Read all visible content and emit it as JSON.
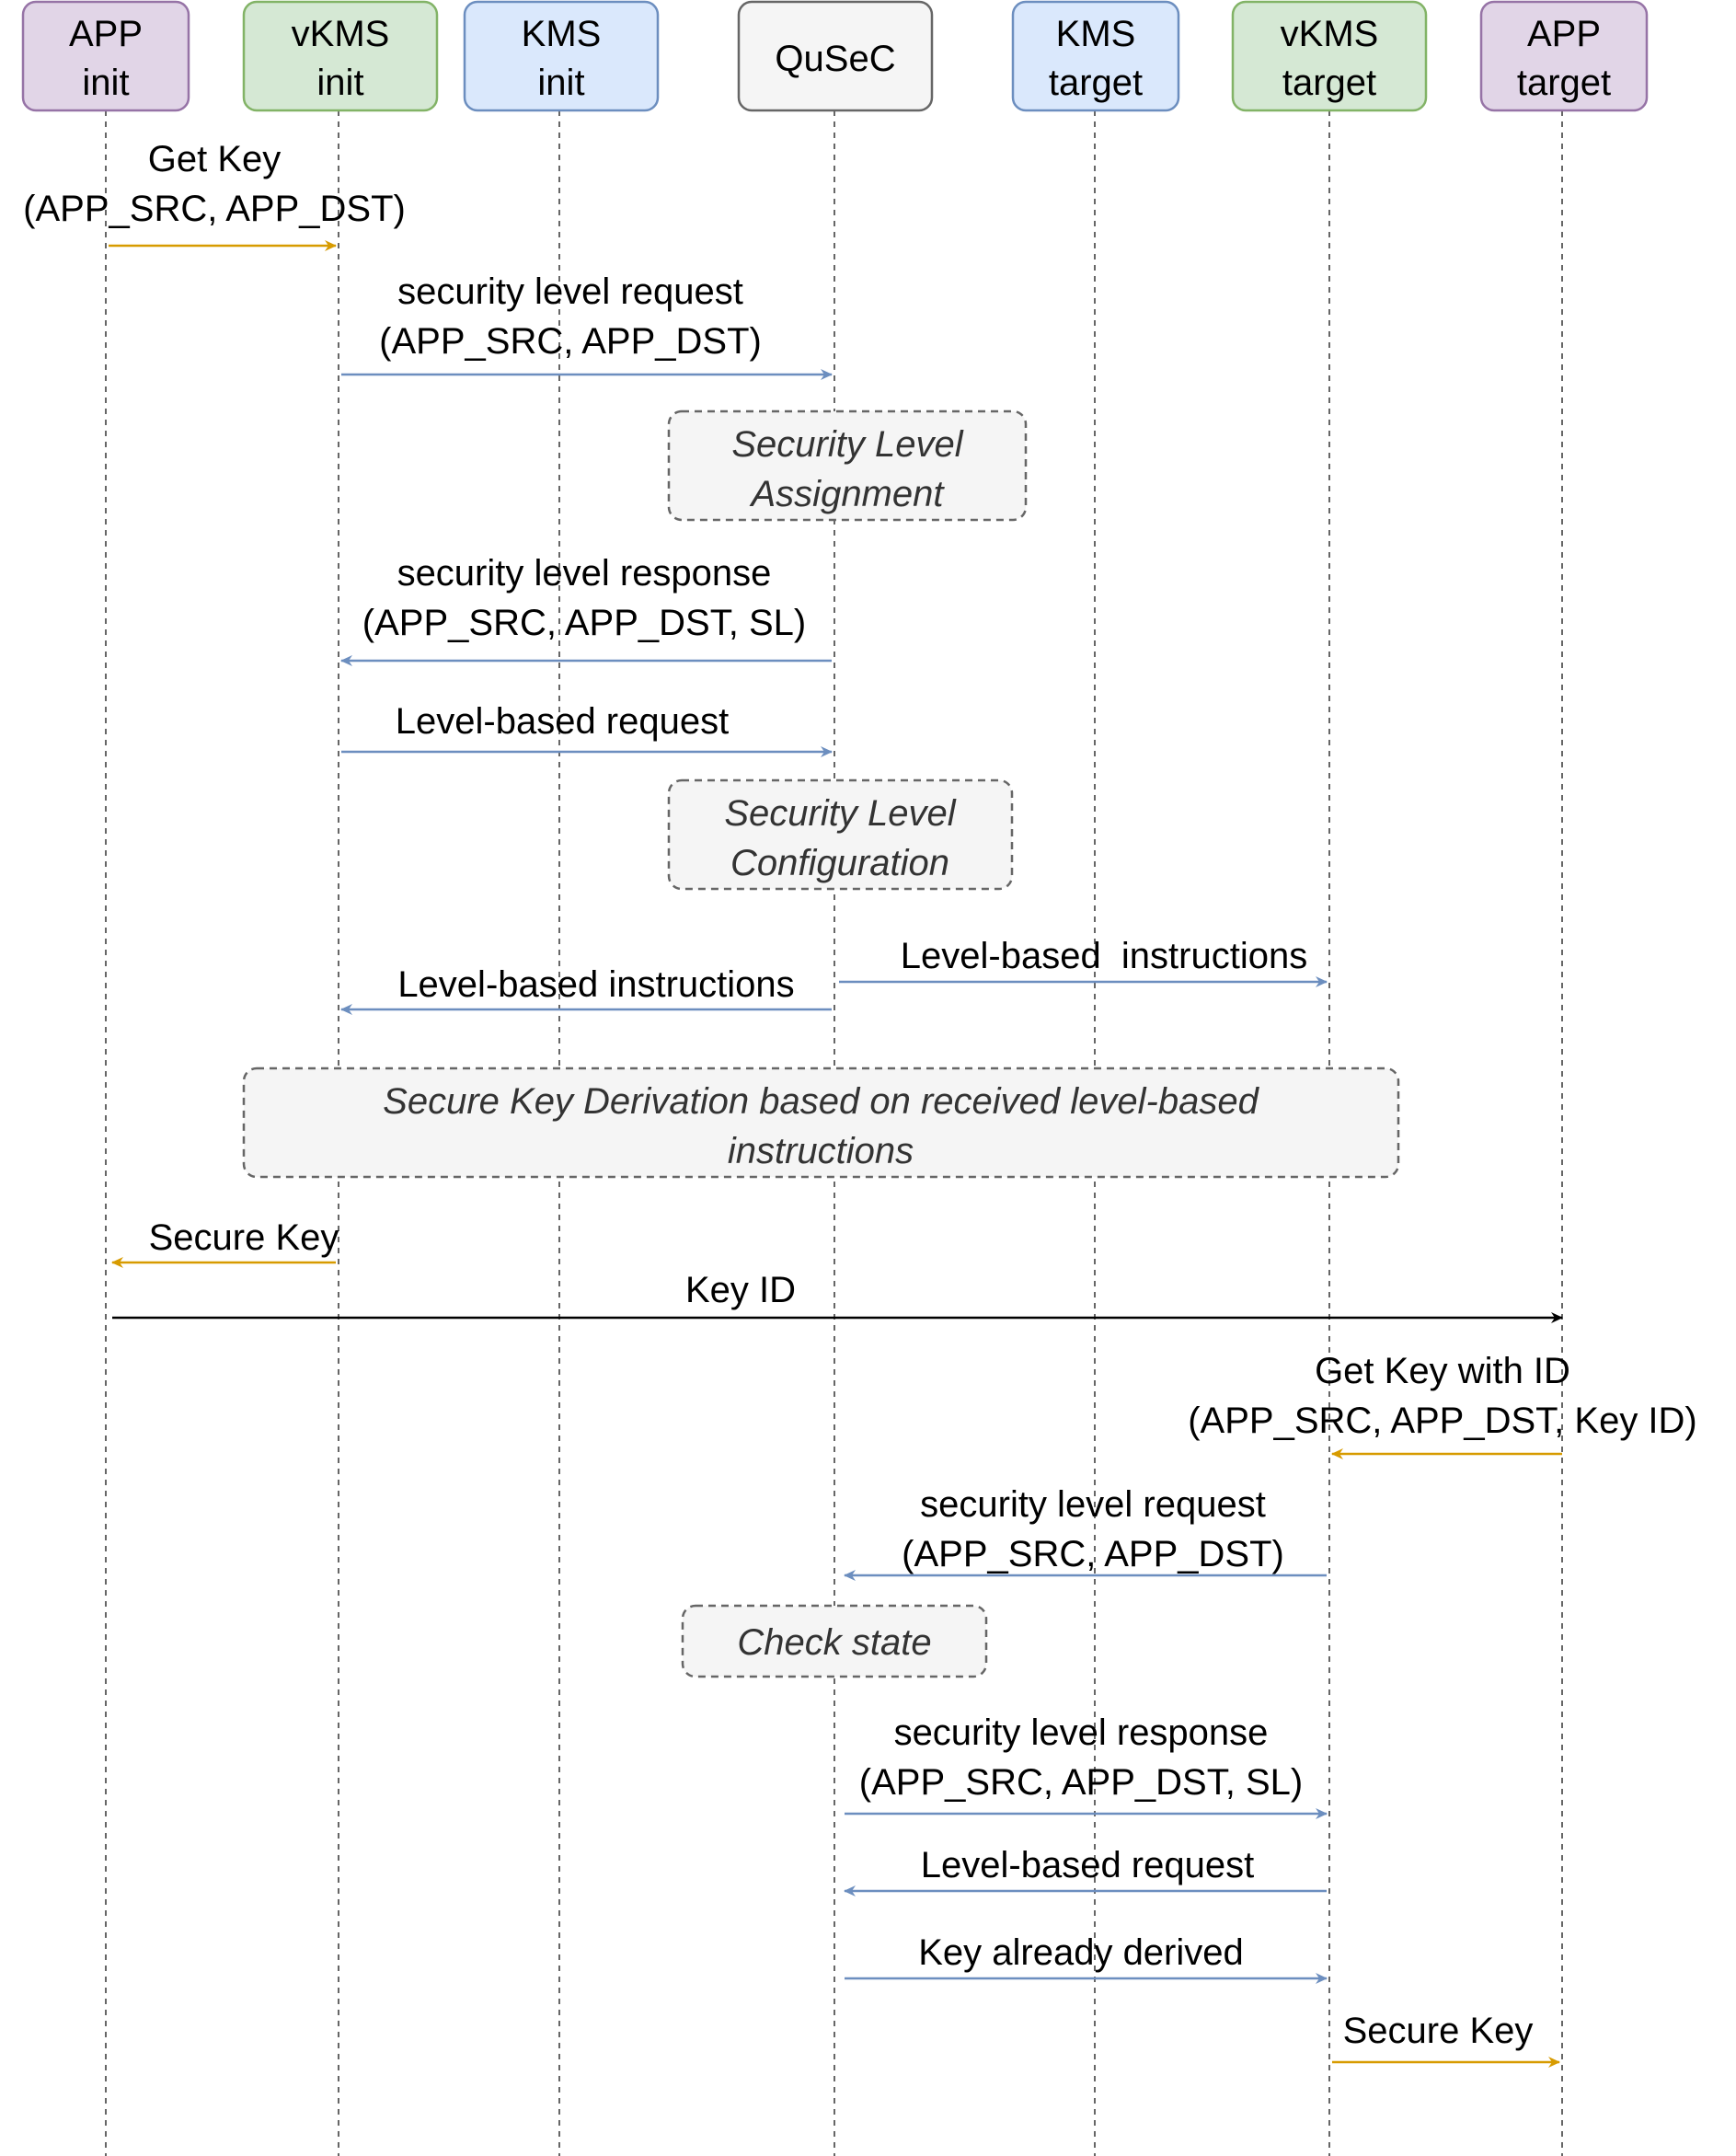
{
  "participants": [
    {
      "id": "app_init",
      "lines": [
        "APP",
        "init"
      ],
      "fill": "#e1d5e7",
      "stroke": "#9673a6"
    },
    {
      "id": "vkms_init",
      "lines": [
        "vKMS",
        "init"
      ],
      "fill": "#d5e8d4",
      "stroke": "#82b366"
    },
    {
      "id": "kms_init",
      "lines": [
        "KMS",
        "init"
      ],
      "fill": "#dae8fc",
      "stroke": "#6c8ebf"
    },
    {
      "id": "qusec",
      "lines": [
        "QuSeC"
      ],
      "fill": "#f5f5f5",
      "stroke": "#666666"
    },
    {
      "id": "kms_target",
      "lines": [
        "KMS",
        "target"
      ],
      "fill": "#dae8fc",
      "stroke": "#6c8ebf"
    },
    {
      "id": "vkms_target",
      "lines": [
        "vKMS",
        "target"
      ],
      "fill": "#d5e8d4",
      "stroke": "#82b366"
    },
    {
      "id": "app_target",
      "lines": [
        "APP",
        "target"
      ],
      "fill": "#e1d5e7",
      "stroke": "#9673a6"
    }
  ],
  "colors": {
    "app_arrow": "#d79b00",
    "kms_arrow": "#6c8ebf",
    "key_id_arrow": "#000000",
    "lifeline": "#666666",
    "note_fill": "#f5f5f5",
    "note_stroke": "#666666"
  },
  "messages": [
    {
      "from": "app_init",
      "to": "vkms_init",
      "lines": [
        "Get Key",
        "(APP_SRC, APP_DST)"
      ],
      "kind": "app"
    },
    {
      "from": "vkms_init",
      "to": "qusec",
      "lines": [
        "security level request",
        "(APP_SRC, APP_DST)"
      ],
      "kind": "kms"
    },
    {
      "from": "qusec",
      "to": "vkms_init",
      "lines": [
        "security level response",
        "(APP_SRC, APP_DST, SL)"
      ],
      "kind": "kms"
    },
    {
      "from": "vkms_init",
      "to": "qusec",
      "lines": [
        "Level-based request"
      ],
      "kind": "kms"
    },
    {
      "from": "qusec",
      "to": "vkms_target",
      "lines": [
        "Level-based  instructions"
      ],
      "kind": "kms"
    },
    {
      "from": "qusec",
      "to": "vkms_init",
      "lines": [
        "Level-based instructions"
      ],
      "kind": "kms"
    },
    {
      "from": "vkms_init",
      "to": "app_init",
      "lines": [
        "Secure Key"
      ],
      "kind": "app"
    },
    {
      "from": "app_init",
      "to": "app_target",
      "lines": [
        "Key ID"
      ],
      "kind": "key_id"
    },
    {
      "from": "app_target",
      "to": "vkms_target",
      "lines": [
        "Get Key with ID",
        "(APP_SRC, APP_DST, Key ID)"
      ],
      "kind": "app"
    },
    {
      "from": "vkms_target",
      "to": "qusec",
      "lines": [
        "security level request",
        "(APP_SRC, APP_DST)"
      ],
      "kind": "kms"
    },
    {
      "from": "qusec",
      "to": "vkms_target",
      "lines": [
        "security level response",
        "(APP_SRC, APP_DST, SL)"
      ],
      "kind": "kms"
    },
    {
      "from": "vkms_target",
      "to": "qusec",
      "lines": [
        "Level-based request"
      ],
      "kind": "kms"
    },
    {
      "from": "qusec",
      "to": "vkms_target",
      "lines": [
        "Key already derived"
      ],
      "kind": "kms"
    },
    {
      "from": "vkms_target",
      "to": "app_target",
      "lines": [
        "Secure Key"
      ],
      "kind": "app"
    }
  ],
  "notes": [
    {
      "lines": [
        "Security Level",
        "Assignment"
      ]
    },
    {
      "lines": [
        "Security Level",
        "Configuration"
      ]
    },
    {
      "lines": [
        "Secure Key Derivation based on received level-based",
        "instructions"
      ]
    },
    {
      "lines": [
        "Check state"
      ]
    }
  ]
}
